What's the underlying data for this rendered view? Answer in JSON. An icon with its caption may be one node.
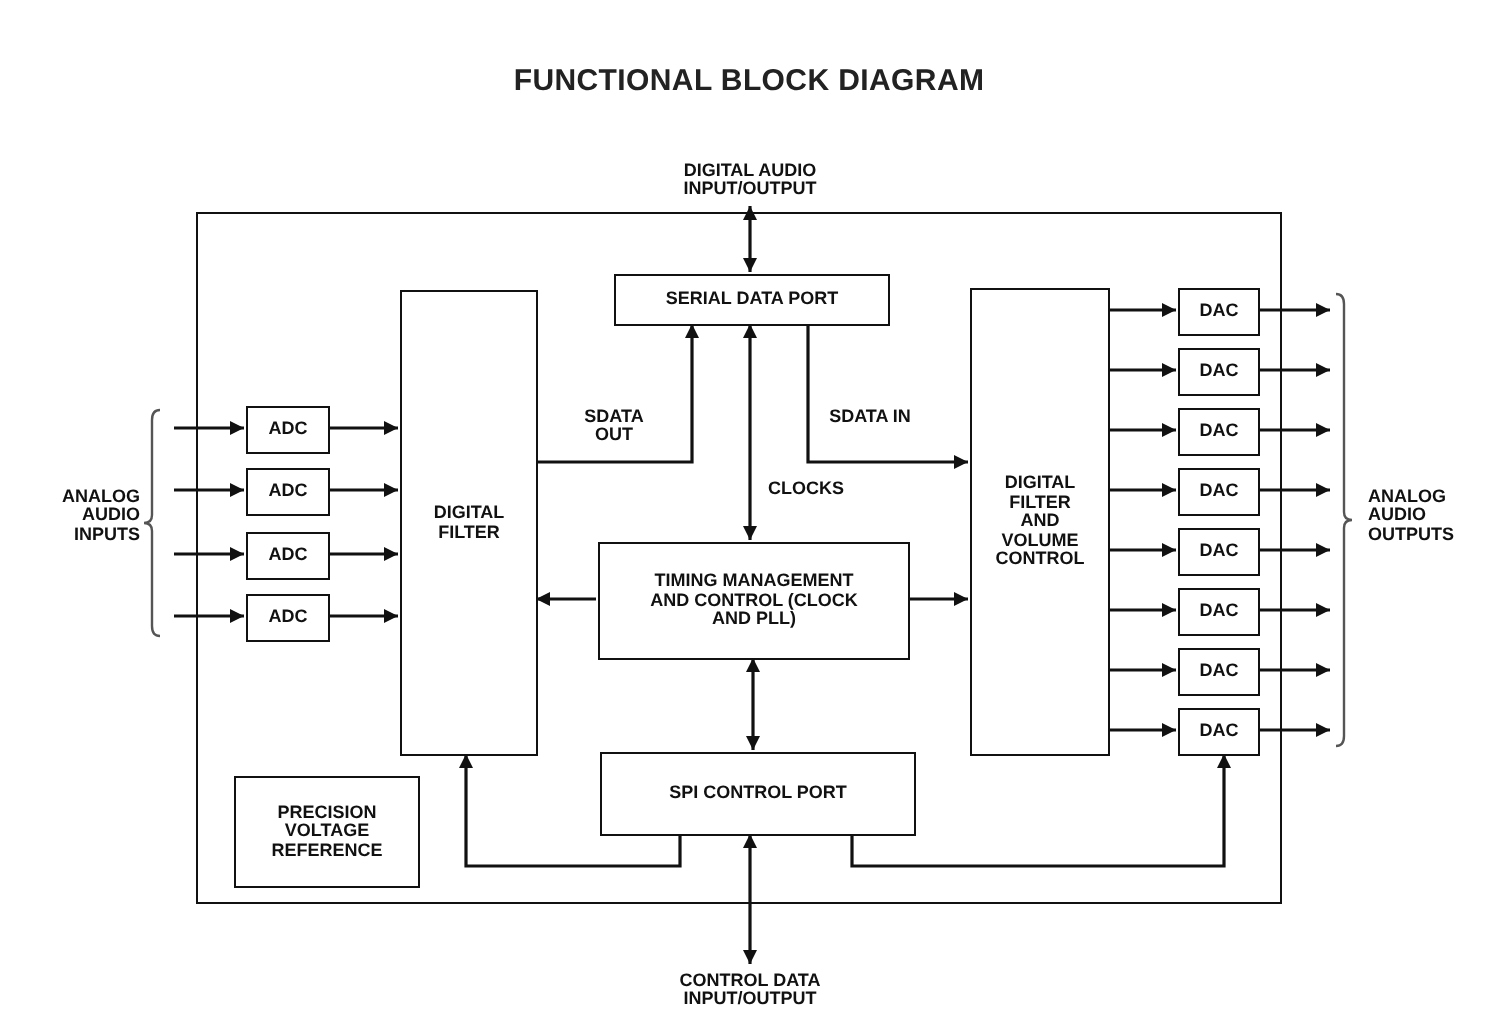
{
  "diagram": {
    "title": "FUNCTIONAL BLOCK DIAGRAM",
    "nodes": [
      {
        "text": [],
        "shape": "box"
      },
      {
        "text": [
          "SERIAL DATA PORT"
        ],
        "in": 0
      },
      {
        "text": [
          "DIGITAL FILTER"
        ],
        "in": 0
      },
      {
        "text": [
          "ADC"
        ],
        "in": 0
      },
      {
        "text": [
          "ADC"
        ],
        "in": 0
      },
      {
        "text": [
          "ADC"
        ],
        "in": 0
      },
      {
        "text": [
          "ADC"
        ],
        "in": 0
      },
      {
        "text": [
          "TIMING MANAGEMENT AND CONTROL (CLOCK AND PLL)"
        ],
        "in": 0
      },
      {
        "text": [
          "DIGITAL FILTER AND VOLUME CONTROL"
        ],
        "in": 0
      },
      {
        "text": [
          "DAC"
        ],
        "in": 0
      },
      {
        "text": [
          "DAC"
        ],
        "in": 0
      },
      {
        "text": [
          "DAC"
        ],
        "in": 0
      },
      {
        "text": [
          "DAC"
        ],
        "in": 0
      },
      {
        "text": [
          "DAC"
        ],
        "in": 0
      },
      {
        "text": [
          "DAC"
        ],
        "in": 0
      },
      {
        "text": [
          "DAC"
        ],
        "in": 0
      },
      {
        "text": [
          "DAC"
        ],
        "in": 0
      },
      {
        "text": [
          "SPI CONTROL PORT"
        ],
        "in": 0
      },
      {
        "text": [
          "PRECISION VOLTAGE REFERENCE"
        ],
        "in": 0
      },
      {
        "text": [
          "DIGITAL AUDIO INPUT/OUTPUT"
        ]
      },
      {
        "text": [
          "CONTROL DATA INPUT/OUTPUT"
        ]
      }
    ],
    "edges": [
      {
        "from": 19,
        "to": 1,
        "arrow": "both"
      },
      {
        "from": 2,
        "to": 1,
        "arrow": "to",
        "label": "SDATA OUT"
      },
      {
        "from": 1,
        "to": 8,
        "arrow": "to",
        "label": "SDATA IN"
      },
      {
        "from": 1,
        "to": 7,
        "arrow": "both",
        "label": "CLOCKS"
      },
      {
        "from": 7,
        "to": 2,
        "arrow": "to"
      },
      {
        "from": 7,
        "to": 8,
        "arrow": "to"
      },
      {
        "from": 7,
        "to": 17,
        "arrow": "both"
      },
      {
        "from": 17,
        "to": 20,
        "arrow": "both"
      },
      {
        "from": 17,
        "to": 2,
        "arrow": "to"
      },
      {
        "from": 17,
        "to": 16,
        "arrow": "to"
      },
      {
        "from": null,
        "to": 3,
        "arrow": "to"
      },
      {
        "from": null,
        "to": 4,
        "arrow": "to"
      },
      {
        "from": null,
        "to": 5,
        "arrow": "to"
      },
      {
        "from": null,
        "to": 6,
        "arrow": "to"
      },
      {
        "from": 3,
        "to": 2,
        "arrow": "to"
      },
      {
        "from": 4,
        "to": 2,
        "arrow": "to"
      },
      {
        "from": 5,
        "to": 2,
        "arrow": "to"
      },
      {
        "from": 6,
        "to": 2,
        "arrow": "to"
      },
      {
        "from": 8,
        "to": 9,
        "arrow": "to"
      },
      {
        "from": 8,
        "to": 10,
        "arrow": "to"
      },
      {
        "from": 8,
        "to": 11,
        "arrow": "to"
      },
      {
        "from": 8,
        "to": 12,
        "arrow": "to"
      },
      {
        "from": 8,
        "to": 13,
        "arrow": "to"
      },
      {
        "from": 8,
        "to": 14,
        "arrow": "to"
      },
      {
        "from": 8,
        "to": 15,
        "arrow": "to"
      },
      {
        "from": 8,
        "to": 16,
        "arrow": "to"
      },
      {
        "from": 9,
        "to": null,
        "arrow": "to"
      },
      {
        "from": 10,
        "to": null,
        "arrow": "to"
      },
      {
        "from": 11,
        "to": null,
        "arrow": "to"
      },
      {
        "from": 12,
        "to": null,
        "arrow": "to"
      },
      {
        "from": 13,
        "to": null,
        "arrow": "to"
      },
      {
        "from": 14,
        "to": null,
        "arrow": "to"
      },
      {
        "from": 15,
        "to": null,
        "arrow": "to"
      },
      {
        "from": 16,
        "to": null,
        "arrow": "to"
      }
    ],
    "labels": [
      "ANALOG AUDIO INPUTS",
      "ANALOG AUDIO OUTPUTS"
    ]
  }
}
